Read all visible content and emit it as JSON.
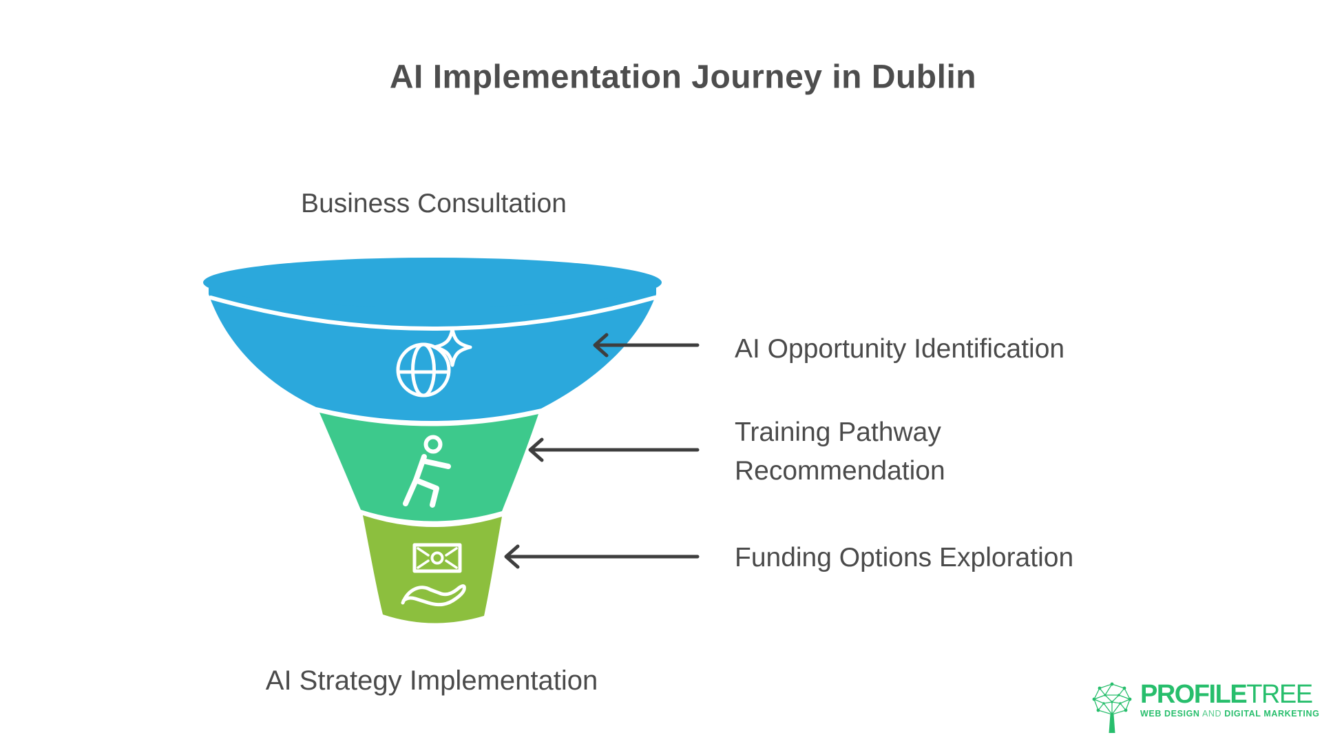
{
  "title": "AI Implementation Journey in Dublin",
  "colors": {
    "background": "#FFFFFF",
    "title_text": "#4D4D4D",
    "label_text": "#4A4A4A",
    "arrow": "#3E3E3E",
    "stage_blue": "#2BA8DC",
    "stage_green": "#3DC98C",
    "stage_olive": "#8CBF3E",
    "brand_green": "#27BE6C",
    "icon_stroke": "#FFFFFF"
  },
  "funnel": {
    "entry_label": "Business Consultation",
    "exit_label": "AI Strategy Implementation",
    "stages": [
      {
        "label": "AI Opportunity Identification",
        "icon": "globe-sparkle-icon",
        "color": "#2BA8DC"
      },
      {
        "label": "Training Pathway Recommendation",
        "icon": "training-person-icon",
        "color": "#3DC98C"
      },
      {
        "label": "Funding Options Exploration",
        "icon": "money-hand-icon",
        "color": "#8CBF3E"
      }
    ]
  },
  "logo": {
    "brand_primary": "PROFILE",
    "brand_secondary": "TREE",
    "tagline_lead": "WEB DESIGN",
    "tagline_connector": "AND",
    "tagline_tail": "DIGITAL MARKETING"
  }
}
